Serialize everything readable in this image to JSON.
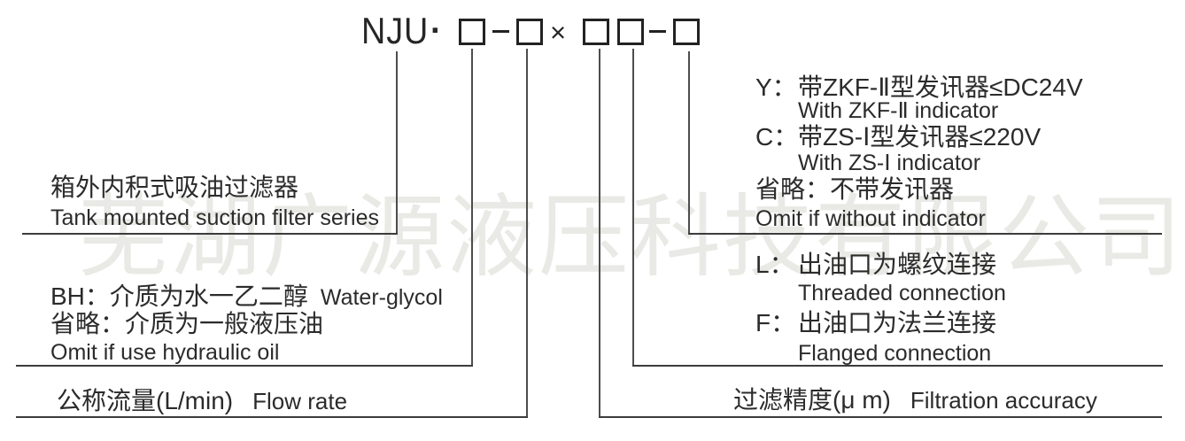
{
  "model_code": {
    "series": "NJU",
    "dot": "·",
    "times": "×"
  },
  "left": {
    "series_label": {
      "cn": "箱外内积式吸油过滤器",
      "en": "Tank mounted suction filter series"
    },
    "medium": {
      "bh_cn": "BH：介质为水一乙二醇",
      "bh_en": "Water-glycol",
      "omit_cn": "省略：介质为一般液压油",
      "omit_en": "Omit if use hydraulic oil"
    },
    "flow_rate": {
      "cn": "公称流量(L/min)",
      "en": "Flow rate"
    }
  },
  "right": {
    "indicator": {
      "y_key": "Y：",
      "y_cn": "带ZKF-Ⅱ型发讯器≤DC24V",
      "y_en": "With ZKF-Ⅱ indicator",
      "c_key": "C：",
      "c_cn": "带ZS-Ⅰ型发讯器≤220V",
      "c_en": "With ZS-Ⅰ indicator",
      "omit_cn": "省略：不带发讯器",
      "omit_en": "Omit if without indicator"
    },
    "connection": {
      "l_key": "L：",
      "l_cn": "出油口为螺纹连接",
      "l_en": "Threaded connection",
      "f_key": "F：",
      "f_cn": "出油口为法兰连接",
      "f_en": "Flanged connection"
    },
    "filtration": {
      "cn": "过滤精度(μ m)",
      "en": "Filtration accuracy"
    }
  },
  "watermark": "芜湖广源液压科技有限公司",
  "colors": {
    "text": "#2b2b2b",
    "line": "#3c3c3c",
    "box_border": "#222222",
    "watermark": "#e9e9e5",
    "background": "#ffffff"
  }
}
